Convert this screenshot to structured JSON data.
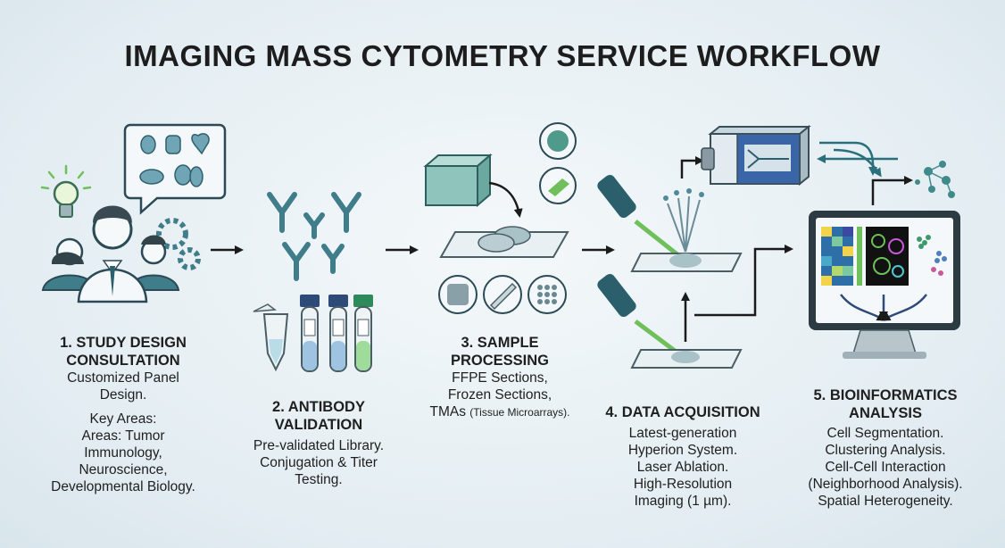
{
  "title": "IMAGING MASS CYTOMETRY SERVICE WORKFLOW",
  "colors": {
    "teal": "#3f7d8a",
    "dark_teal": "#2b5f6b",
    "green": "#6fbf5a",
    "navy": "#2d4a78",
    "accent_blue": "#4a7fc0"
  },
  "steps": [
    {
      "heading_lines": [
        "1. STUDY DESIGN",
        "CONSULTATION"
      ],
      "body_lines": [
        "Customized Panel",
        "Design."
      ],
      "extra_lines": [
        "Key Areas:",
        "Areas: Tumor",
        "Immunology,",
        "Neuroscience,",
        "Developmental Biology."
      ]
    },
    {
      "heading_lines": [
        "2. ANTIBODY",
        "VALIDATION"
      ],
      "body_lines": [
        "Pre-validated Library.",
        "Conjugation & Titer",
        "Testing."
      ]
    },
    {
      "heading_lines": [
        "3. SAMPLE",
        "PROCESSING"
      ],
      "body_lines": [
        "FFPE Sections,",
        "Frozen Sections,"
      ],
      "tma_main": "TMAs",
      "tma_note": "(Tissue Microarrays)."
    },
    {
      "heading_lines": [
        "4. DATA ACQUISITION"
      ],
      "body_lines": [
        "Latest-generation",
        "Hyperion System.",
        "Laser Ablation.",
        "High-Resolution",
        "Imaging (1 µm)."
      ]
    },
    {
      "heading_lines": [
        "5. BIOINFORMATICS",
        "ANALYSIS"
      ],
      "body_lines": [
        "Cell Segmentation.",
        "Clustering Analysis.",
        "Cell-Cell Interaction",
        "(Neighborhood Analysis).",
        "Spatial Heterogeneity."
      ]
    }
  ]
}
